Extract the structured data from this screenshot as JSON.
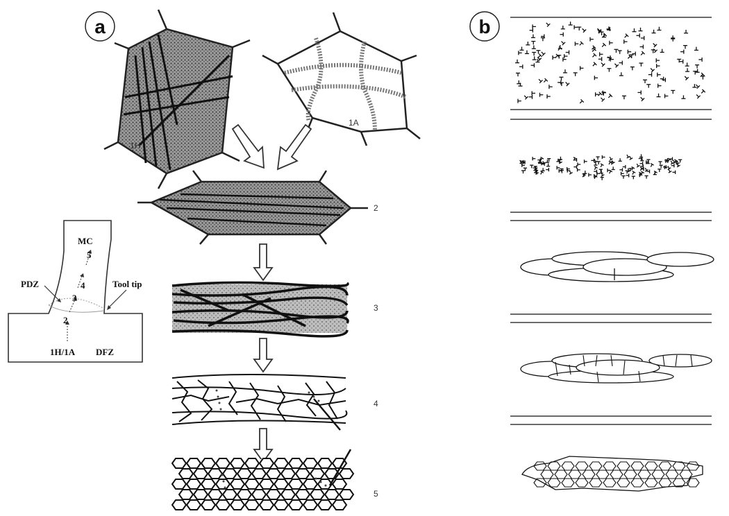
{
  "panels": {
    "a": {
      "letter": "a"
    },
    "b": {
      "letter": "b"
    }
  },
  "stage_labels": {
    "s1h": "1H",
    "s1a": "1A",
    "s2": "2",
    "s3": "3",
    "s4": "4",
    "s5": "5"
  },
  "chip_diagram": {
    "mc": "MC",
    "pdz": "PDZ",
    "tool_tip": "Tool tip",
    "dfz": "DFZ",
    "origin": "1H/1A",
    "path_points": [
      "2",
      "3",
      "4",
      "5"
    ]
  },
  "colors": {
    "ink": "#1a1a1a",
    "hatch_dark": "#2a2a2a",
    "circle_bg": "#ffffff"
  }
}
